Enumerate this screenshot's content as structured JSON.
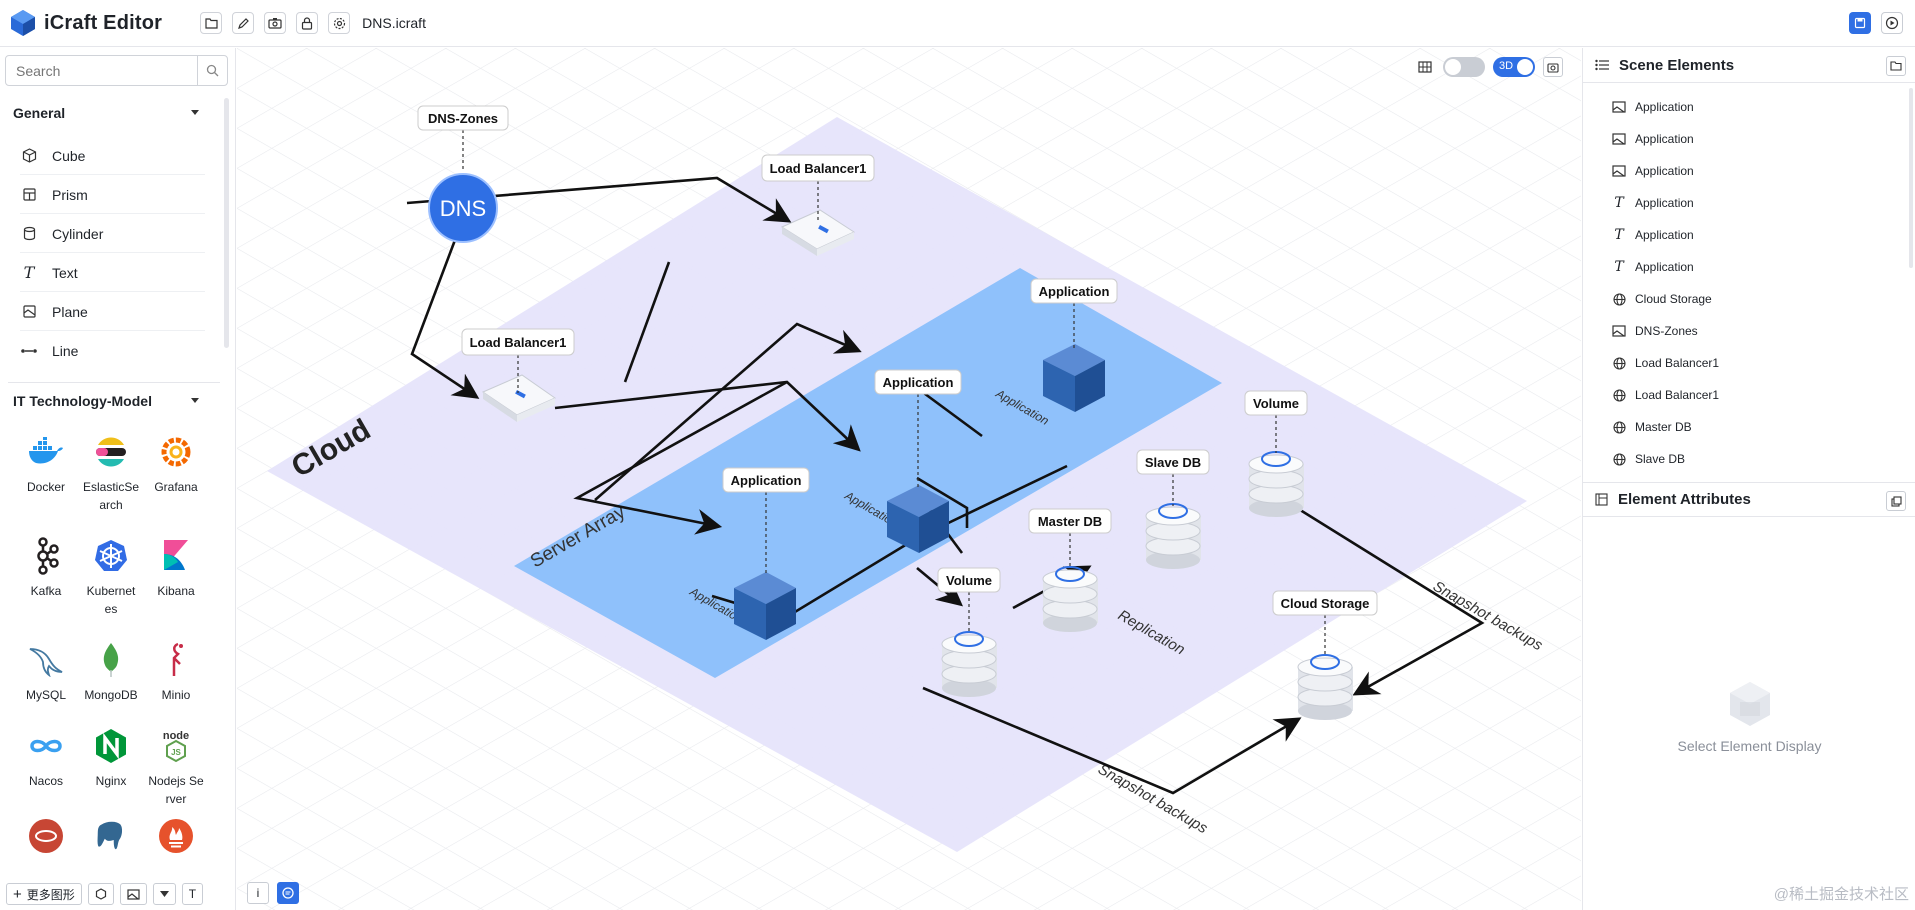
{
  "app": {
    "title": "iCraft Editor",
    "file_name": "DNS.icraft"
  },
  "toolbar": {
    "icons": [
      "folder-icon",
      "brush-icon",
      "camera-icon",
      "lock-icon",
      "gear-icon"
    ]
  },
  "sidebar": {
    "search_placeholder": "Search",
    "general": {
      "title": "General",
      "items": [
        {
          "label": "Cube",
          "icon": "cube-icon"
        },
        {
          "label": "Prism",
          "icon": "prism-icon"
        },
        {
          "label": "Cylinder",
          "icon": "cylinder-icon"
        },
        {
          "label": "Text",
          "icon": "text-icon"
        },
        {
          "label": "Plane",
          "icon": "plane-icon"
        },
        {
          "label": "Line",
          "icon": "line-icon"
        }
      ]
    },
    "it_model": {
      "title": "IT Technology-Model",
      "items": [
        {
          "label": "Docker",
          "color": "#2496ed"
        },
        {
          "label": "EslasticSe\narch",
          "color": "#f0bf1a"
        },
        {
          "label": "Grafana",
          "color": "#f46800"
        },
        {
          "label": "Kafka",
          "color": "#231f20"
        },
        {
          "label": "Kubernet\nes",
          "color": "#326ce5"
        },
        {
          "label": "Kibana",
          "color": "#e8478b"
        },
        {
          "label": "MySQL",
          "color": "#4479a1"
        },
        {
          "label": "MongoDB",
          "color": "#47a248"
        },
        {
          "label": "Minio",
          "color": "#c72c48"
        },
        {
          "label": "Nacos",
          "color": "#3aa0f0"
        },
        {
          "label": "Nginx",
          "color": "#009639"
        },
        {
          "label": "Nodejs Se\nrver",
          "color": "#5fa04e"
        }
      ]
    },
    "bottom": {
      "more_shapes": "更多图形"
    }
  },
  "canvas": {
    "mode_3d": "3D",
    "labels": {
      "cloud": "Cloud",
      "server_array": "Server Array",
      "dns": "DNS",
      "dns_zones": "DNS-Zones",
      "lb1_top": "Load Balancer1",
      "lb1_left": "Load Balancer1",
      "app_top": "Application",
      "app_mid": "Application",
      "app_left": "Application",
      "volume_right": "Volume",
      "volume_left": "Volume",
      "slave_db": "Slave DB",
      "master_db": "Master DB",
      "cloud_storage": "Cloud Storage",
      "floor_app1": "Application",
      "floor_app2": "Application",
      "floor_app3": "Application",
      "replication": "Replication",
      "snapshot1": "Snapshot backups",
      "snapshot2": "Snapshot backups"
    },
    "colors": {
      "cloud_plane": "#e6e4fb",
      "server_plane": "#8fc1fb",
      "cube": "#2d64b0",
      "dns": "#2f6fe4"
    }
  },
  "scene_elements": {
    "title": "Scene Elements",
    "items": [
      {
        "label": "Application",
        "icon": "image-icon"
      },
      {
        "label": "Application",
        "icon": "image-icon"
      },
      {
        "label": "Application",
        "icon": "image-icon"
      },
      {
        "label": "Application",
        "icon": "text-icon"
      },
      {
        "label": "Application",
        "icon": "text-icon"
      },
      {
        "label": "Application",
        "icon": "text-icon"
      },
      {
        "label": "Cloud Storage",
        "icon": "globe-icon"
      },
      {
        "label": "DNS-Zones",
        "icon": "image-icon"
      },
      {
        "label": "Load Balancer1",
        "icon": "globe-icon"
      },
      {
        "label": "Load Balancer1",
        "icon": "globe-icon"
      },
      {
        "label": "Master DB",
        "icon": "globe-icon"
      },
      {
        "label": "Slave DB",
        "icon": "globe-icon"
      }
    ]
  },
  "element_attributes": {
    "title": "Element Attributes",
    "empty": "Select Element Display"
  },
  "watermark": "@稀土掘金技术社区"
}
